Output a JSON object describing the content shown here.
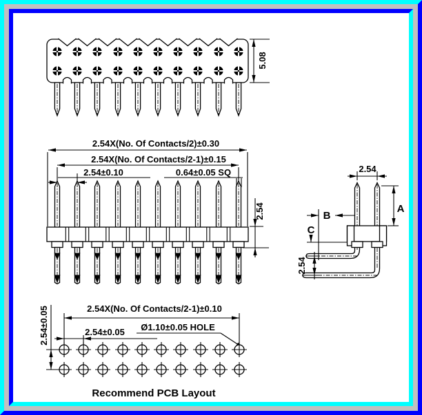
{
  "drawing": {
    "top_view": {
      "dim_height": "5.08"
    },
    "front_view": {
      "dim_overall": "2.54X(No. Of Contacts/2)±0.30",
      "dim_contact_span": "2.54X(No. Of Contacts/2-1)±0.15",
      "dim_pitch": "2.54±0.10",
      "dim_pin_square": "0.64±0.05 SQ",
      "dim_body_height": "2.54"
    },
    "side_view": {
      "dim_pitch": "2.54",
      "dim_label_a": "A",
      "dim_label_b": "B",
      "dim_label_c": "C",
      "dim_row_spacing": "2.54"
    },
    "pcb_layout": {
      "dim_span": "2.54X(No. Of Contacts/2-1)±0.10",
      "dim_pitch": "2.54±0.05",
      "dim_hole": "Ø1.10±0.05 HOLE",
      "dim_row_spacing": "2.54±0.05",
      "caption": "Recommend PCB Layout"
    },
    "colors": {
      "frame_outer_topleft": "#00FFFF",
      "frame_outer_bottomright": "#0000FF",
      "frame_middle": "#C0C0C0",
      "ink": "#000000",
      "background": "#FFFFFF"
    }
  }
}
